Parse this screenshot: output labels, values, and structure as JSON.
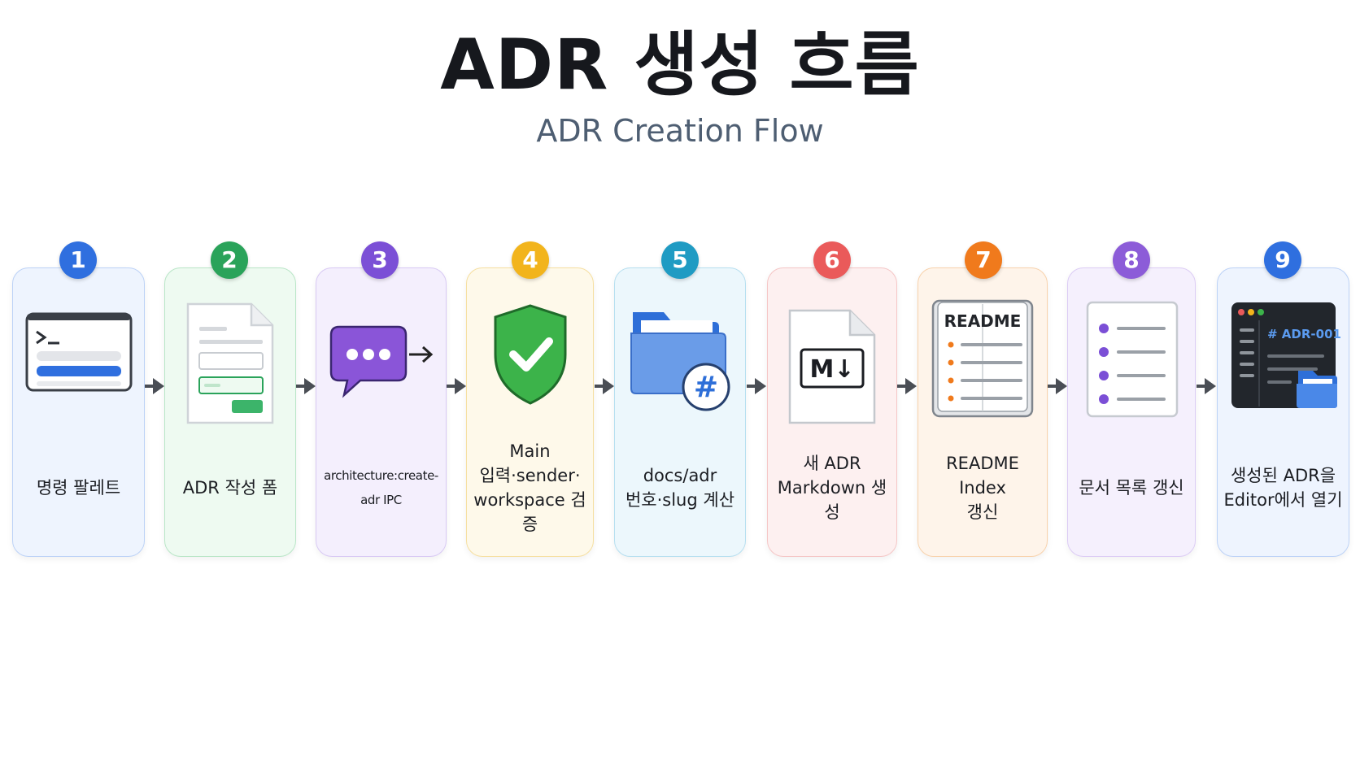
{
  "title": "ADR 생성 흐름",
  "subtitle": "ADR Creation Flow",
  "steps": [
    {
      "number": "1",
      "label": "명령 팔레트",
      "color": "#2f6fdf",
      "bg": "#eef4fe",
      "border": "#bcd2f7",
      "icon": "terminal-window-icon"
    },
    {
      "number": "2",
      "label": "ADR 작성 폼",
      "color": "#2aa35a",
      "bg": "#eefaf1",
      "border": "#b9e6c7",
      "icon": "form-document-icon"
    },
    {
      "number": "3",
      "label": "architecture:create-adr IPC",
      "color": "#7b4fd6",
      "bg": "#f4effd",
      "border": "#d8c9f4",
      "icon": "message-bubble-icon"
    },
    {
      "number": "4",
      "label": "Main\n입력·sender·\nworkspace 검증",
      "color": "#f2b41c",
      "bg": "#fef9ea",
      "border": "#f6dfa0",
      "icon": "shield-check-icon"
    },
    {
      "number": "5",
      "label": "docs/adr\n번호·slug 계산",
      "color": "#1f9bc3",
      "bg": "#ecf7fc",
      "border": "#b6dff0",
      "icon": "folder-hash-icon"
    },
    {
      "number": "6",
      "label": "새 ADR\nMarkdown 생성",
      "color": "#ea5a5a",
      "bg": "#fdf0f0",
      "border": "#f5c6c6",
      "icon": "markdown-file-icon"
    },
    {
      "number": "7",
      "label": "README Index\n갱신",
      "color": "#f07a1c",
      "bg": "#fef4ea",
      "border": "#f8d2ac",
      "icon": "readme-book-icon"
    },
    {
      "number": "8",
      "label": "문서 목록 갱신",
      "color": "#8c5cd8",
      "bg": "#f5f0fd",
      "border": "#dcccf5",
      "icon": "document-list-icon"
    },
    {
      "number": "9",
      "label": "생성된 ADR을\nEditor에서 열기",
      "color": "#2f6fdf",
      "bg": "#eef4fe",
      "border": "#bcd2f7",
      "icon": "editor-window-icon"
    }
  ],
  "icon_text": {
    "readme": "README",
    "editor_heading": "# ADR-001",
    "markdown_mark": "M↓",
    "hash": "#"
  }
}
